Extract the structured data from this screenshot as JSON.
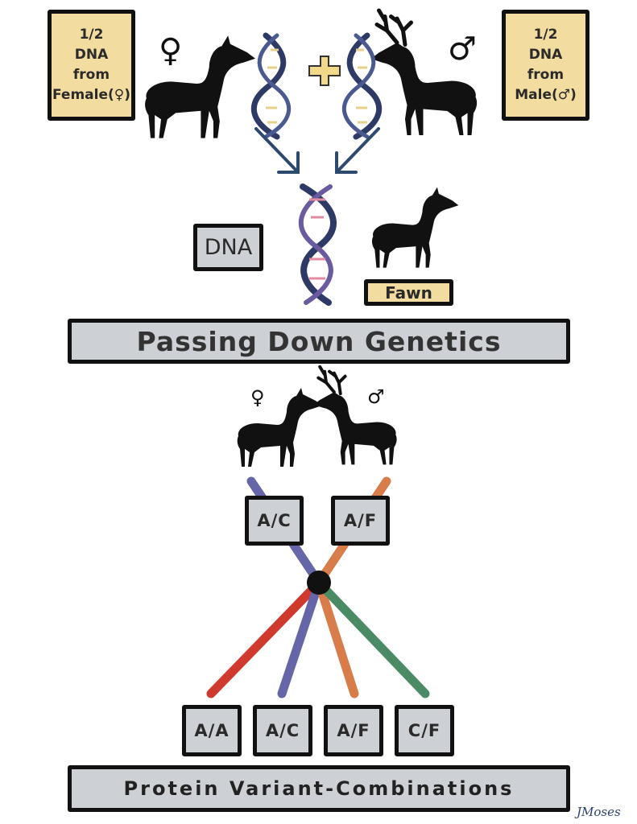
{
  "top": {
    "female_note": "1/2\nDNA\nfrom\nFemale(♀)",
    "male_note": "1/2\nDNA\nfrom\nMale(♂)",
    "female_symbol": "♀",
    "male_symbol": "♂",
    "plus_icon": "plus-icon"
  },
  "middle": {
    "dna_label": "DNA",
    "fawn_label": "Fawn",
    "title": "Passing Down Genetics"
  },
  "lower": {
    "female_symbol": "♀",
    "male_symbol": "♂",
    "female_genotype": "A/C",
    "male_genotype": "A/F",
    "combinations": [
      "A/A",
      "A/C",
      "A/F",
      "C/F"
    ],
    "title": "Protein Variant-Combinations"
  },
  "signature": "JMoses",
  "colors": {
    "allele_A": "#d87d4a",
    "allele_C": "#6565a8",
    "red_line": "#d0392e",
    "green_line": "#4a8a64",
    "note_fill": "#f3dca0",
    "label_fill": "#cdd0d4",
    "arrow": "#2d4a6e"
  }
}
